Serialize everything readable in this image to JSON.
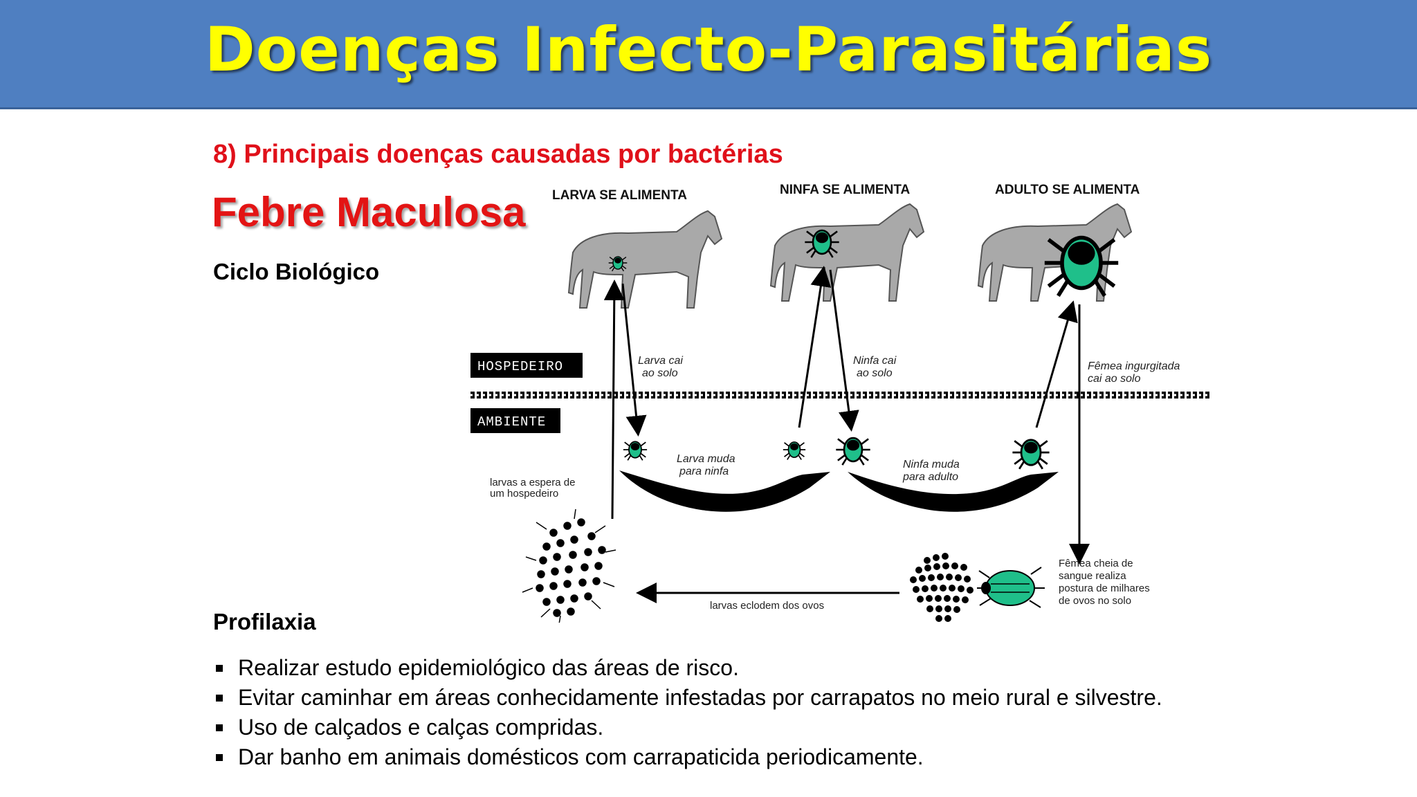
{
  "header": {
    "title": "Doenças Infecto-Parasitárias"
  },
  "subtitle": "8) Principais doenças causadas por bactérias",
  "topic": "Febre Maculosa",
  "cycle_label": "Ciclo Biológico",
  "diagram": {
    "stage_larva": "LARVA SE ALIMENTA",
    "stage_ninfa": "NINFA SE ALIMENTA",
    "stage_adulto": "ADULTO SE ALIMENTA",
    "box_host": "HOSPEDEIRO",
    "box_env": "AMBIENTE",
    "larva_falls": [
      "Larva cai",
      "ao solo"
    ],
    "ninfa_falls": [
      "Ninfa cai",
      "ao solo"
    ],
    "female_falls": [
      "Fêmea ingurgitada",
      "cai ao solo"
    ],
    "larva_molts": [
      "Larva muda",
      "para ninfa"
    ],
    "ninfa_molts": [
      "Ninfa muda",
      "para adulto"
    ],
    "larvae_waiting": [
      "larvas a espera de",
      "um hospedeiro"
    ],
    "larvae_hatch": "larvas eclodem dos ovos",
    "female_lays": [
      "Fêmea cheia de",
      "sangue realiza",
      "postura de milhares",
      "de ovos no solo"
    ],
    "colors": {
      "tick_green": "#1fbf8a",
      "horse_gray": "#a9a9a9"
    }
  },
  "prophylaxis": {
    "label": "Profilaxia",
    "items": [
      "Realizar estudo epidemiológico das áreas de risco.",
      "Evitar caminhar em áreas conhecidamente infestadas por carrapatos no meio rural e silvestre.",
      "Uso de calçados e calças compridas.",
      "Dar banho em animais domésticos com carrapaticida periodicamente."
    ]
  }
}
